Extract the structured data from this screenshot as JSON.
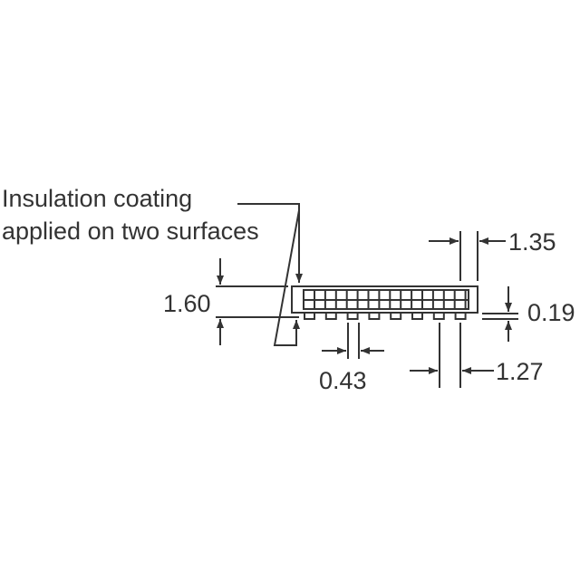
{
  "callout": {
    "line1": "Insulation coating",
    "line2": "applied on two surfaces"
  },
  "dimensions": {
    "height": "1.60",
    "pin_width_top": "1.35",
    "pin_protrusion": "0.19",
    "pin_width": "0.43",
    "pitch": "1.27"
  },
  "pin_count": 8,
  "colors": {
    "line": "#333333",
    "background": "#ffffff"
  }
}
